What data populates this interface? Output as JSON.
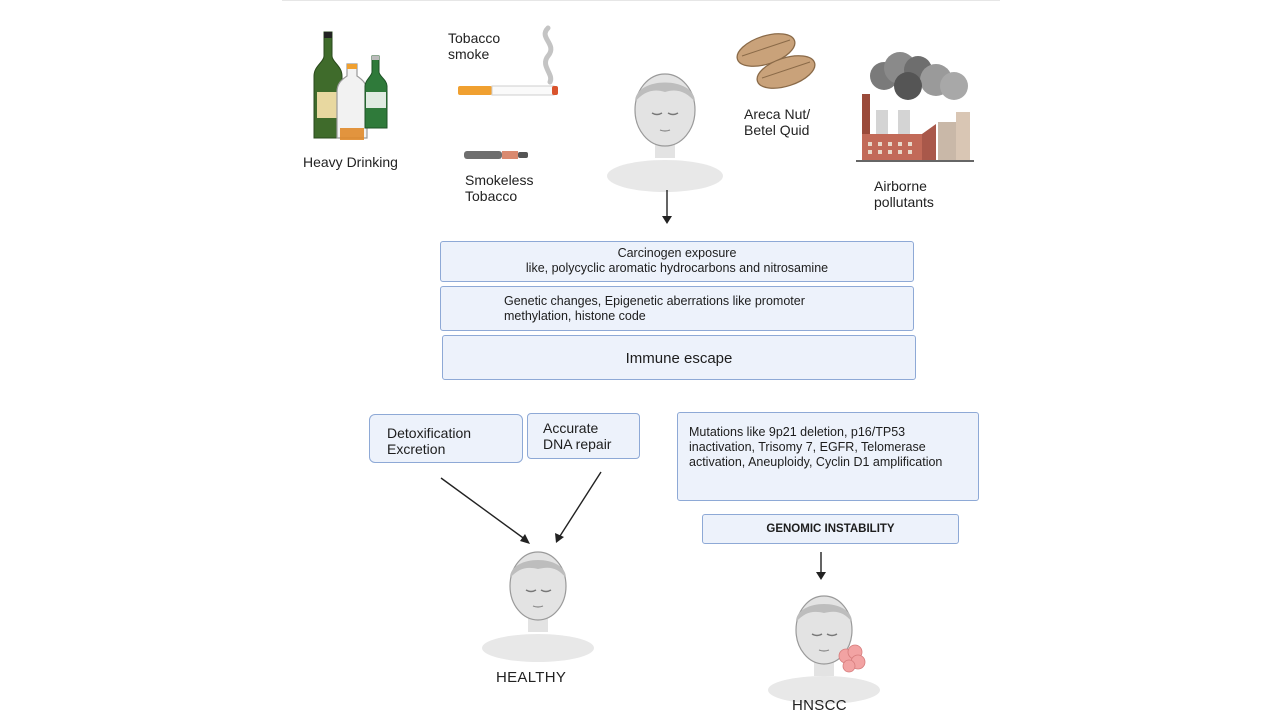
{
  "risk_factors": {
    "heavy_drinking": "Heavy Drinking",
    "tobacco_smoke": [
      "Tobacco",
      "smoke"
    ],
    "smokeless_tobacco": [
      "Smokeless",
      "Tobacco"
    ],
    "areca_nut": [
      "Areca Nut/",
      "Betel Quid"
    ],
    "airborne_pollutants": [
      "Airborne",
      "pollutants"
    ]
  },
  "pathway": {
    "carcinogen": [
      "Carcinogen exposure",
      "like, polycyclic aromatic hydrocarbons and nitrosamine"
    ],
    "genetic": [
      "Genetic changes, Epigenetic aberrations like promoter",
      "methylation, histone code"
    ],
    "immune": "Immune escape"
  },
  "protective": {
    "detox": [
      "Detoxification",
      "Excretion"
    ],
    "dna_repair": [
      "Accurate",
      "DNA repair"
    ]
  },
  "mutations": [
    "Mutations like 9p21 deletion, p16/TP53",
    "inactivation, Trisomy 7, EGFR, Telomerase",
    "activation, Aneuploidy, Cyclin D1 amplification"
  ],
  "genomic_instability": "GENOMIC INSTABILITY",
  "outcomes": {
    "healthy": "HEALTHY",
    "hnscc": "HNSCC"
  },
  "colors": {
    "box_fill": "#edf2fb",
    "box_border": "#8ea9d6",
    "tumor": "#f2a3a3",
    "face": "#e3e3e3"
  }
}
